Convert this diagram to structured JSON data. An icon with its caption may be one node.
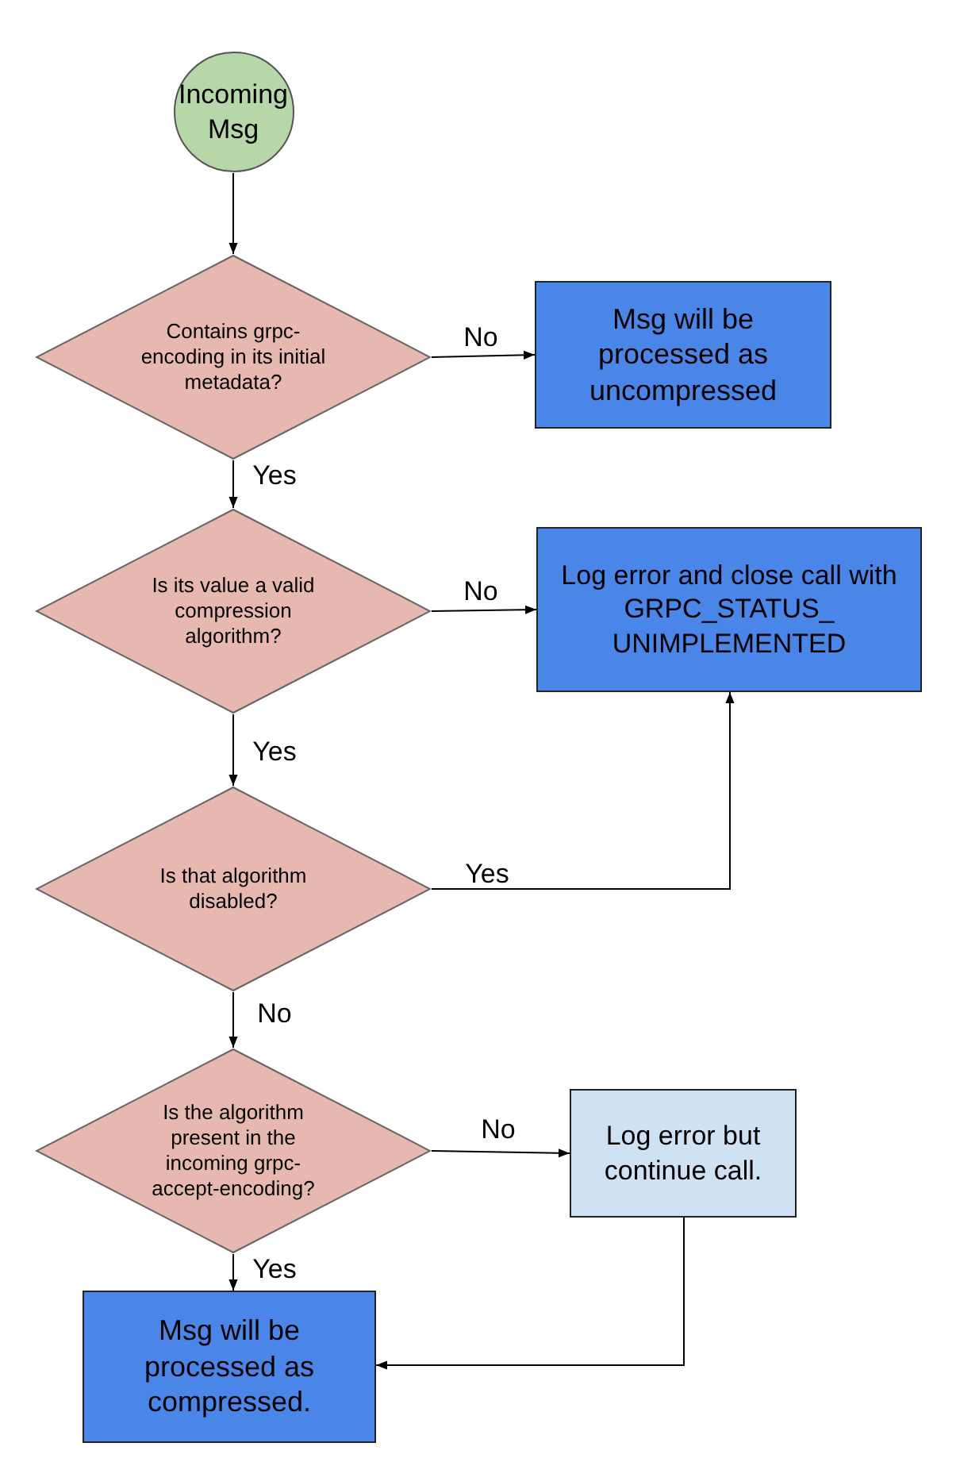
{
  "diagram": {
    "nodes": [
      {
        "text": [
          "Incoming Msg"
        ]
      },
      {
        "text": [
          "Contains grpc-encoding in its initial metadata?"
        ]
      },
      {
        "text": [
          "Msg will be processed as uncompressed"
        ]
      },
      {
        "text": [
          "Is its value a valid compression algorithm?"
        ]
      },
      {
        "text": [
          "Log error and close call with GRPC_STATUS_ UNIMPLEMENTED"
        ]
      },
      {
        "text": [
          "Is that algorithm disabled?"
        ]
      },
      {
        "text": [
          "Is the algorithm present in the incoming grpc-accept-encoding?"
        ]
      },
      {
        "text": [
          "Log error but continue call."
        ]
      },
      {
        "text": [
          "Msg will be processed as compressed."
        ]
      }
    ],
    "edges": [
      {
        "from": 0,
        "to": 1,
        "arrow": "to"
      },
      {
        "from": 1,
        "to": 2,
        "arrow": "to",
        "label": "No"
      },
      {
        "from": 1,
        "to": 3,
        "arrow": "to",
        "label": "Yes"
      },
      {
        "from": 3,
        "to": 4,
        "arrow": "to",
        "label": "No"
      },
      {
        "from": 3,
        "to": 5,
        "arrow": "to",
        "label": "Yes"
      },
      {
        "from": 5,
        "to": 4,
        "arrow": "to",
        "label": "Yes"
      },
      {
        "from": 5,
        "to": 6,
        "arrow": "to",
        "label": "No"
      },
      {
        "from": 6,
        "to": 7,
        "arrow": "to",
        "label": "No"
      },
      {
        "from": 6,
        "to": 8,
        "arrow": "to",
        "label": "Yes"
      },
      {
        "from": 7,
        "to": 8,
        "arrow": "to"
      }
    ]
  }
}
